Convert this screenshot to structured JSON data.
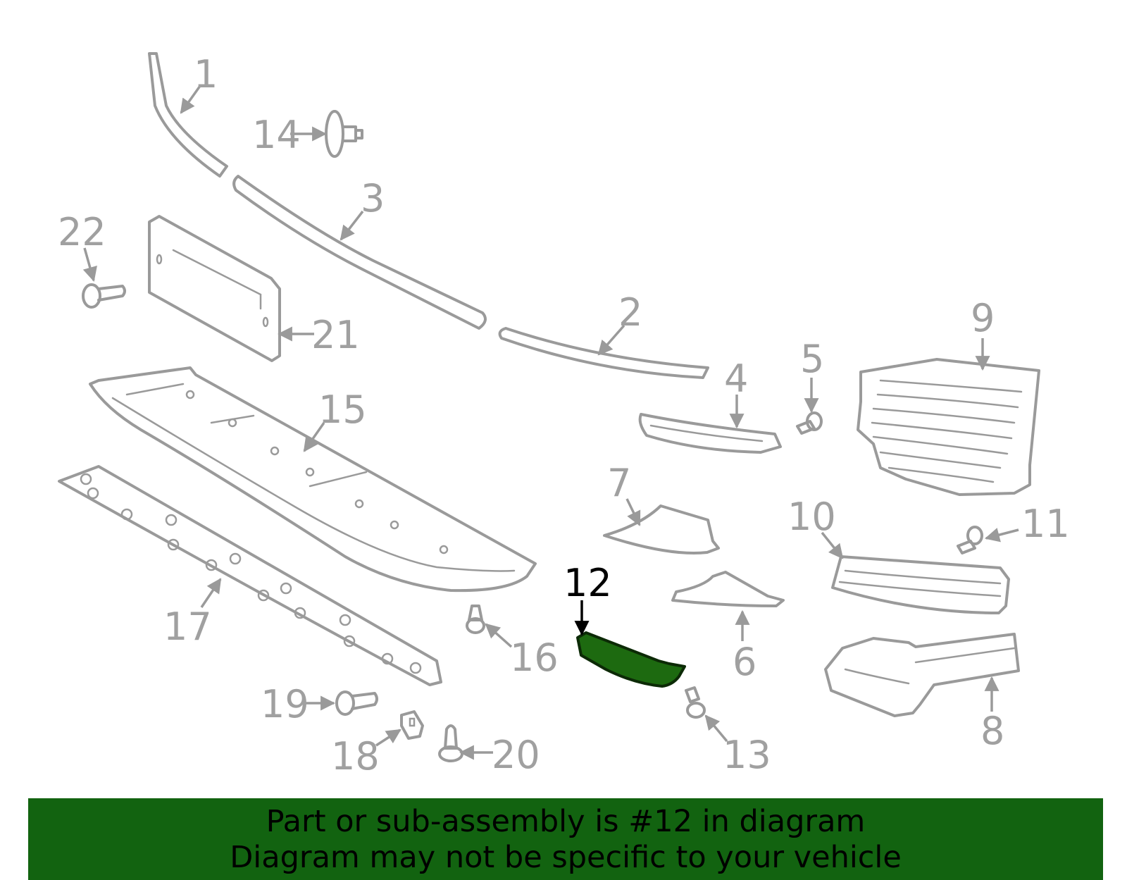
{
  "diagram": {
    "highlighted_part": "12",
    "highlight_color": "#1d6a10",
    "line_color": "#9a9a9a",
    "callouts": {
      "c1": "1",
      "c2": "2",
      "c3": "3",
      "c4": "4",
      "c5": "5",
      "c6": "6",
      "c7": "7",
      "c8": "8",
      "c9": "9",
      "c10": "10",
      "c11": "11",
      "c12": "12",
      "c13": "13",
      "c14": "14",
      "c15": "15",
      "c16": "16",
      "c17": "17",
      "c18": "18",
      "c19": "19",
      "c20": "20",
      "c21": "21",
      "c22": "22"
    }
  },
  "banner": {
    "background": "#126310",
    "line1": "Part or sub-assembly is #12 in diagram",
    "line2": "Diagram may not be specific to your vehicle"
  }
}
